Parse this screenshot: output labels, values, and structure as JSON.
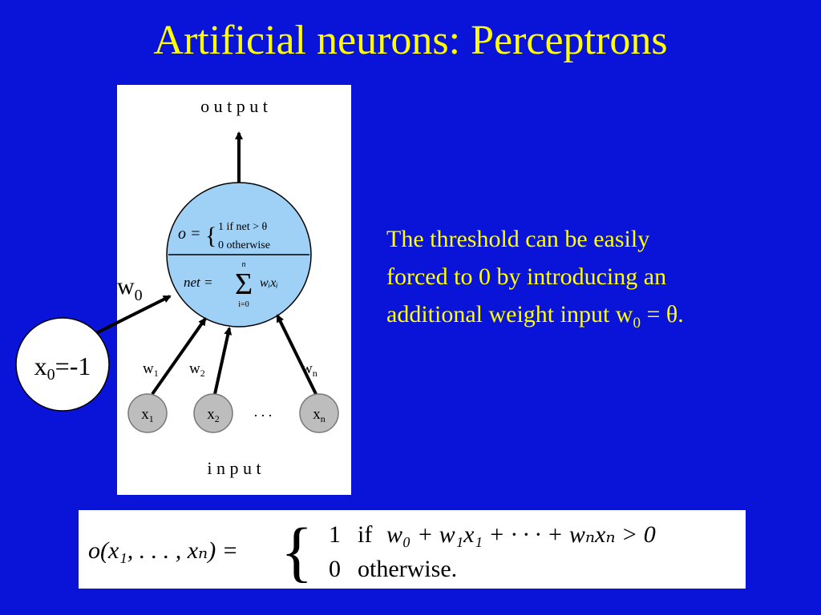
{
  "slide": {
    "title": "Artificial neurons: Perceptrons"
  },
  "diagram": {
    "output_label": "o u t p u t",
    "input_label": "i n p u t",
    "neuron": {
      "o_lhs": "o =",
      "case1": "1 if net > θ",
      "case2": "0 otherwise",
      "net_lhs": "net =",
      "sigma_upper": "n",
      "sigma_lower": "i=0",
      "sum_term": "wᵢxᵢ"
    },
    "inputs": [
      {
        "node": "x",
        "node_sub": "1",
        "weight": "w",
        "weight_sub": "1"
      },
      {
        "node": "x",
        "node_sub": "2",
        "weight": "w",
        "weight_sub": "2"
      },
      {
        "node": "x",
        "node_sub": "n",
        "weight": "w",
        "weight_sub": "n"
      }
    ],
    "ellipsis": ". . .",
    "bias": {
      "weight": "w",
      "weight_sub": "0",
      "node": "x",
      "node_sub": "0",
      "node_rest": "=-1"
    }
  },
  "explanation": {
    "line1": "The threshold can be easily",
    "line2": "forced to 0 by introducing an",
    "line3_pre": "additional weight input w",
    "line3_sub": "0",
    "line3_post": " = θ."
  },
  "formula": {
    "lhs": "o(x₁, . . . , xₙ) =",
    "case1_value": "1",
    "case1_cond_word": "if",
    "case1_cond_expr": "w₀ + w₁x₁ + · · · + wₙxₙ > 0",
    "case2_value": "0",
    "case2_word": "otherwise."
  },
  "colors": {
    "background": "#0a14d8",
    "title": "#ffff00",
    "neuron_fill": "#9fd0f5",
    "input_node_fill": "#bdbdbd"
  }
}
